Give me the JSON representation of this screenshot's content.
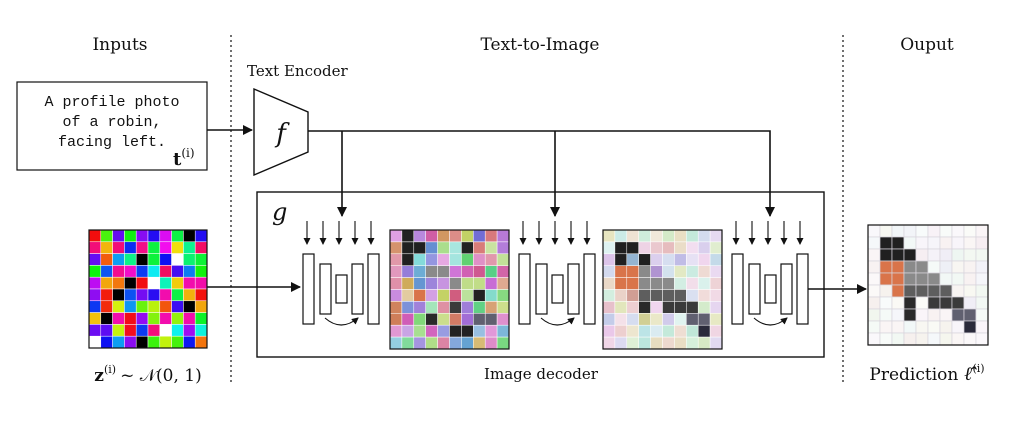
{
  "sections": {
    "inputs": "Inputs",
    "text_to_image": "Text-to-Image",
    "output": "Ouput"
  },
  "text_encoder": {
    "label": "Text Encoder",
    "symbol": "f"
  },
  "prompt": {
    "lines": [
      "A profile photo",
      "of a robin,",
      "facing left."
    ],
    "var_base": "t",
    "var_sup": "(i)"
  },
  "decoder": {
    "symbol": "g",
    "label": "Image decoder"
  },
  "noise": {
    "var_base": "z",
    "var_sup": "(i)",
    "dist": "~ 𝒩(0, 1)"
  },
  "prediction": {
    "label": "Prediction",
    "var_base": "ℓ̂",
    "var_sup": "(i)"
  },
  "colors": {
    "ink": "#111111",
    "robin_breast": "#d9744a",
    "robin_head": "#202020",
    "robin_wing": "#8a8a8a",
    "grid_bg": "#fdfafd"
  }
}
